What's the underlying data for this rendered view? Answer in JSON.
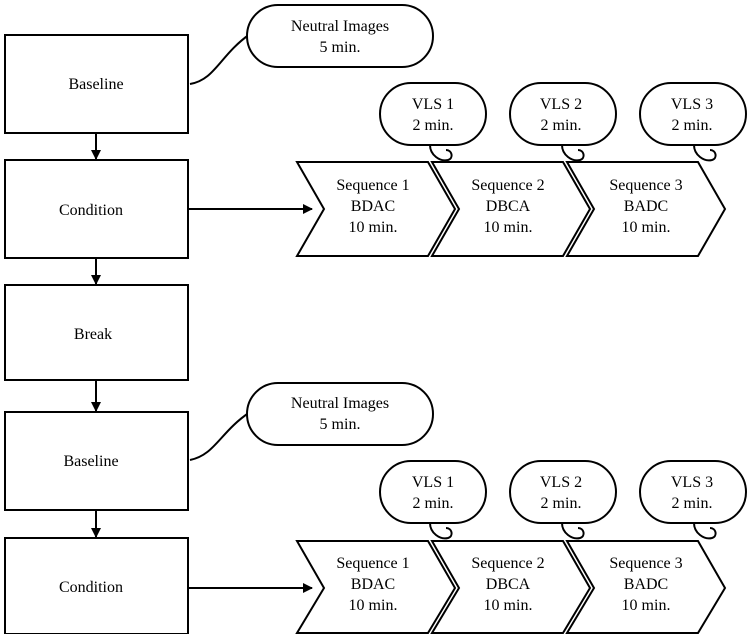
{
  "steps": {
    "baseline_1": "Baseline",
    "condition_1": "Condition",
    "break": "Break",
    "baseline_2": "Baseline",
    "condition_2": "Condition"
  },
  "neutral_1": {
    "line1": "Neutral Images",
    "line2": "5 min."
  },
  "neutral_2": {
    "line1": "Neutral Images",
    "line2": "5 min."
  },
  "group_1": {
    "vls": [
      {
        "line1": "VLS 1",
        "line2": "2 min."
      },
      {
        "line1": "VLS 2",
        "line2": "2 min."
      },
      {
        "line1": "VLS 3",
        "line2": "2 min."
      }
    ],
    "sequences": [
      {
        "line1": "Sequence 1",
        "line2": "BDAC",
        "line3": "10 min."
      },
      {
        "line1": "Sequence 2",
        "line2": "DBCA",
        "line3": "10 min."
      },
      {
        "line1": "Sequence 3",
        "line2": "BADC",
        "line3": "10 min."
      }
    ]
  },
  "group_2": {
    "vls": [
      {
        "line1": "VLS 1",
        "line2": "2 min."
      },
      {
        "line1": "VLS 2",
        "line2": "2 min."
      },
      {
        "line1": "VLS 3",
        "line2": "2 min."
      }
    ],
    "sequences": [
      {
        "line1": "Sequence 1",
        "line2": "BDAC",
        "line3": "10 min."
      },
      {
        "line1": "Sequence 2",
        "line2": "DBCA",
        "line3": "10 min."
      },
      {
        "line1": "Sequence 3",
        "line2": "BADC",
        "line3": "10 min."
      }
    ]
  }
}
